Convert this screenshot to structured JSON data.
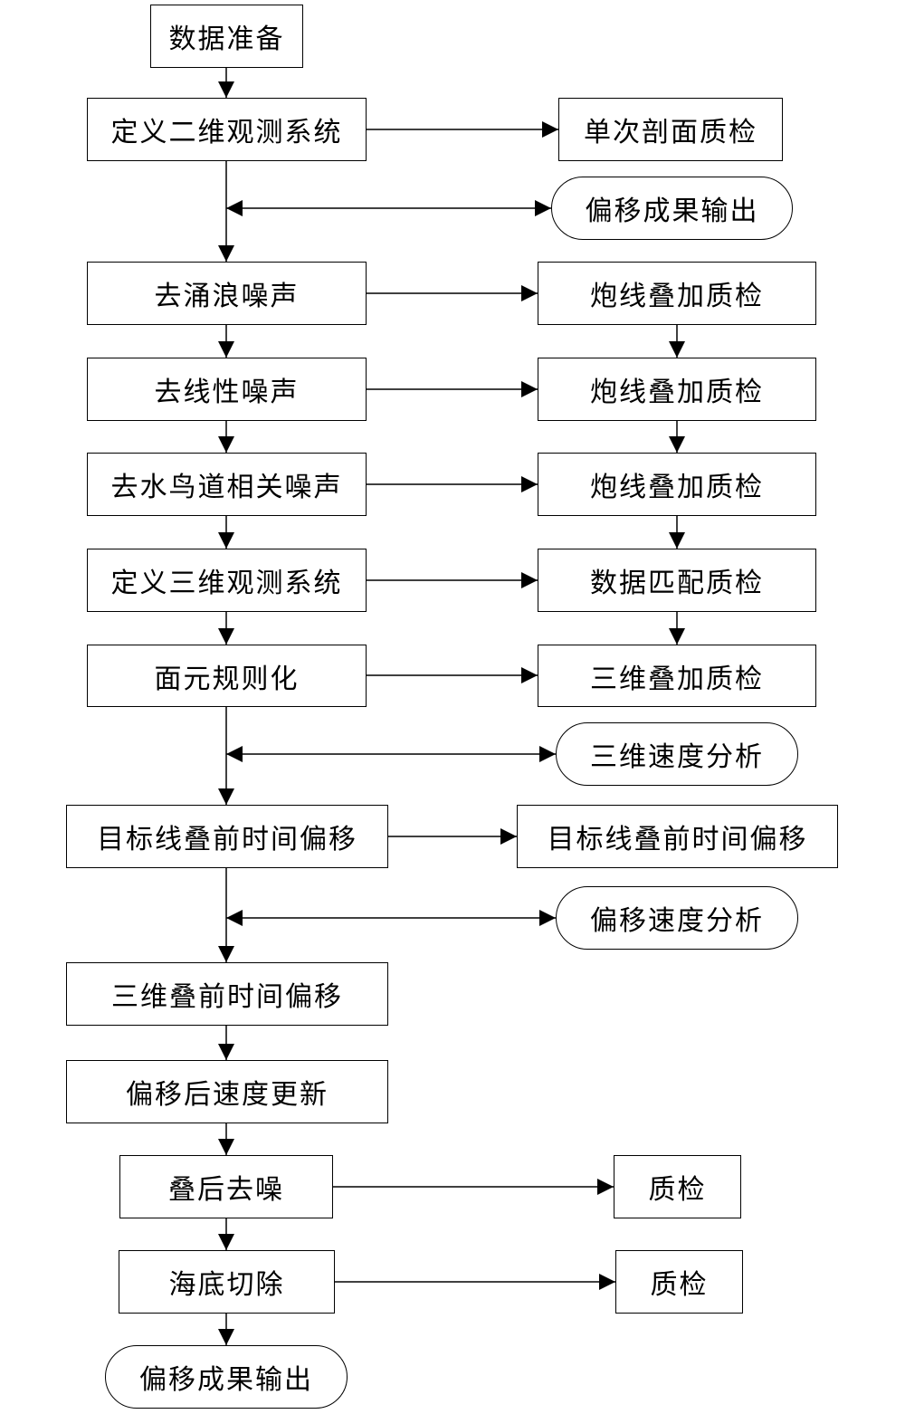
{
  "flowchart": {
    "main": {
      "data_prep": "数据准备",
      "define_2d": "定义二维观测系统",
      "remove_swell": "去涌浪噪声",
      "remove_linear": "去线性噪声",
      "remove_bird": "去水鸟道相关噪声",
      "define_3d": "定义三维观测系统",
      "bin_regularize": "面元规则化",
      "target_pstm": "目标线叠前时间偏移",
      "pstm_3d": "三维叠前时间偏移",
      "velocity_update": "偏移后速度更新",
      "post_denoise": "叠后去噪",
      "seafloor_cut": "海底切除",
      "final_output": "偏移成果输出"
    },
    "side": {
      "single_qc": "单次剖面质检",
      "migration_output": "偏移成果输出",
      "shot_stack_qc_1": "炮线叠加质检",
      "shot_stack_qc_2": "炮线叠加质检",
      "shot_stack_qc_3": "炮线叠加质检",
      "data_match_qc": "数据匹配质检",
      "stack_3d_qc": "三维叠加质检",
      "velocity_3d": "三维速度分析",
      "target_pstm_right": "目标线叠前时间偏移",
      "migration_velocity": "偏移速度分析",
      "qc_1": "质检",
      "qc_2": "质检"
    }
  }
}
